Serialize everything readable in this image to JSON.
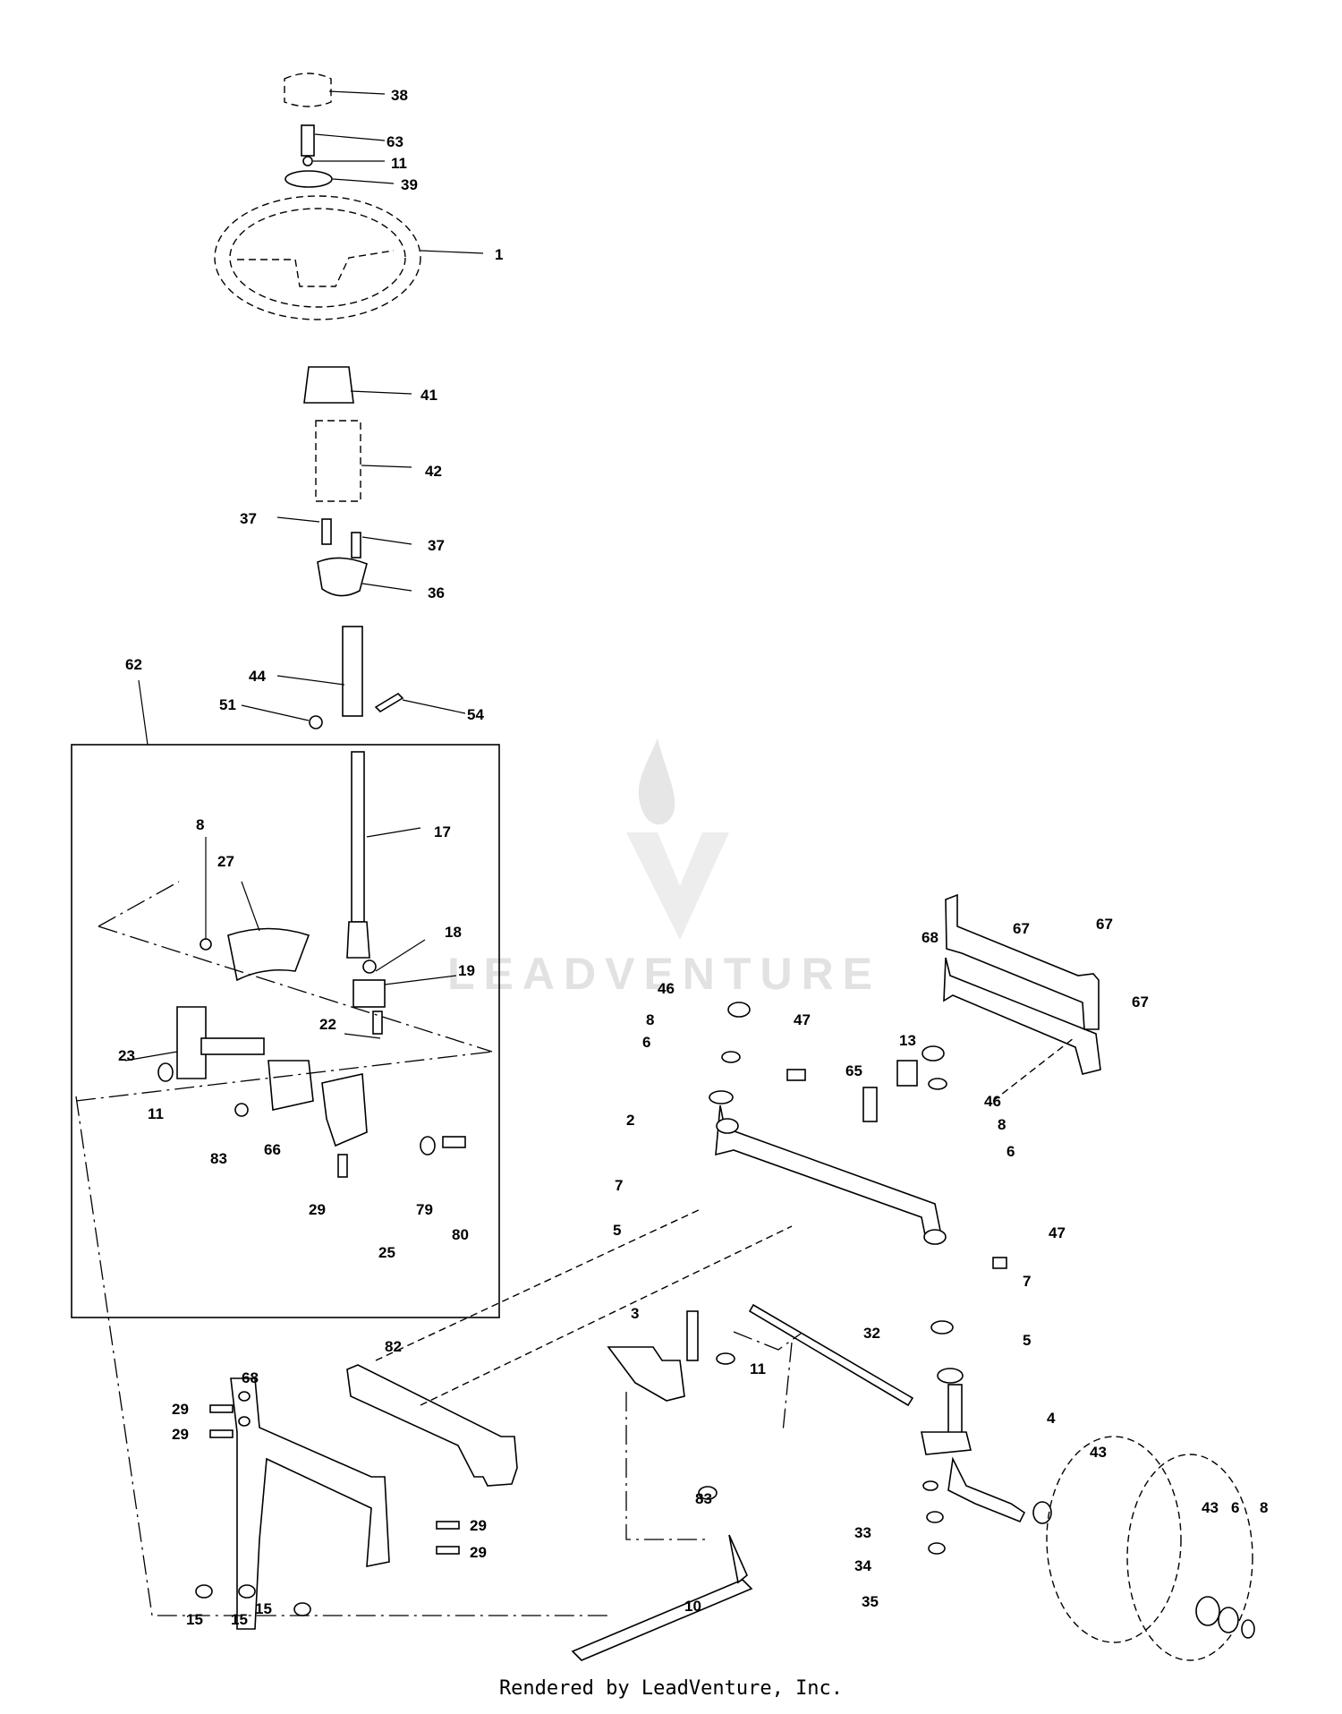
{
  "watermark": {
    "text": "LEADVENTURE"
  },
  "footer": {
    "text": "Rendered by LeadVenture, Inc."
  },
  "labels": [
    "38",
    "63",
    "11",
    "39",
    "1",
    "41",
    "42",
    "37",
    "37",
    "36",
    "62",
    "44",
    "51",
    "54",
    "17",
    "8",
    "27",
    "18",
    "19",
    "22",
    "23",
    "11",
    "83",
    "66",
    "29",
    "79",
    "80",
    "25",
    "46",
    "8",
    "6",
    "47",
    "68",
    "67",
    "67",
    "67",
    "13",
    "65",
    "2",
    "46",
    "8",
    "6",
    "7",
    "5",
    "47",
    "7",
    "5",
    "3",
    "32",
    "11",
    "82",
    "68",
    "29",
    "29",
    "4",
    "43",
    "83",
    "29",
    "29",
    "15",
    "15",
    "15",
    "33",
    "34",
    "35",
    "10",
    "43",
    "6",
    "8"
  ]
}
